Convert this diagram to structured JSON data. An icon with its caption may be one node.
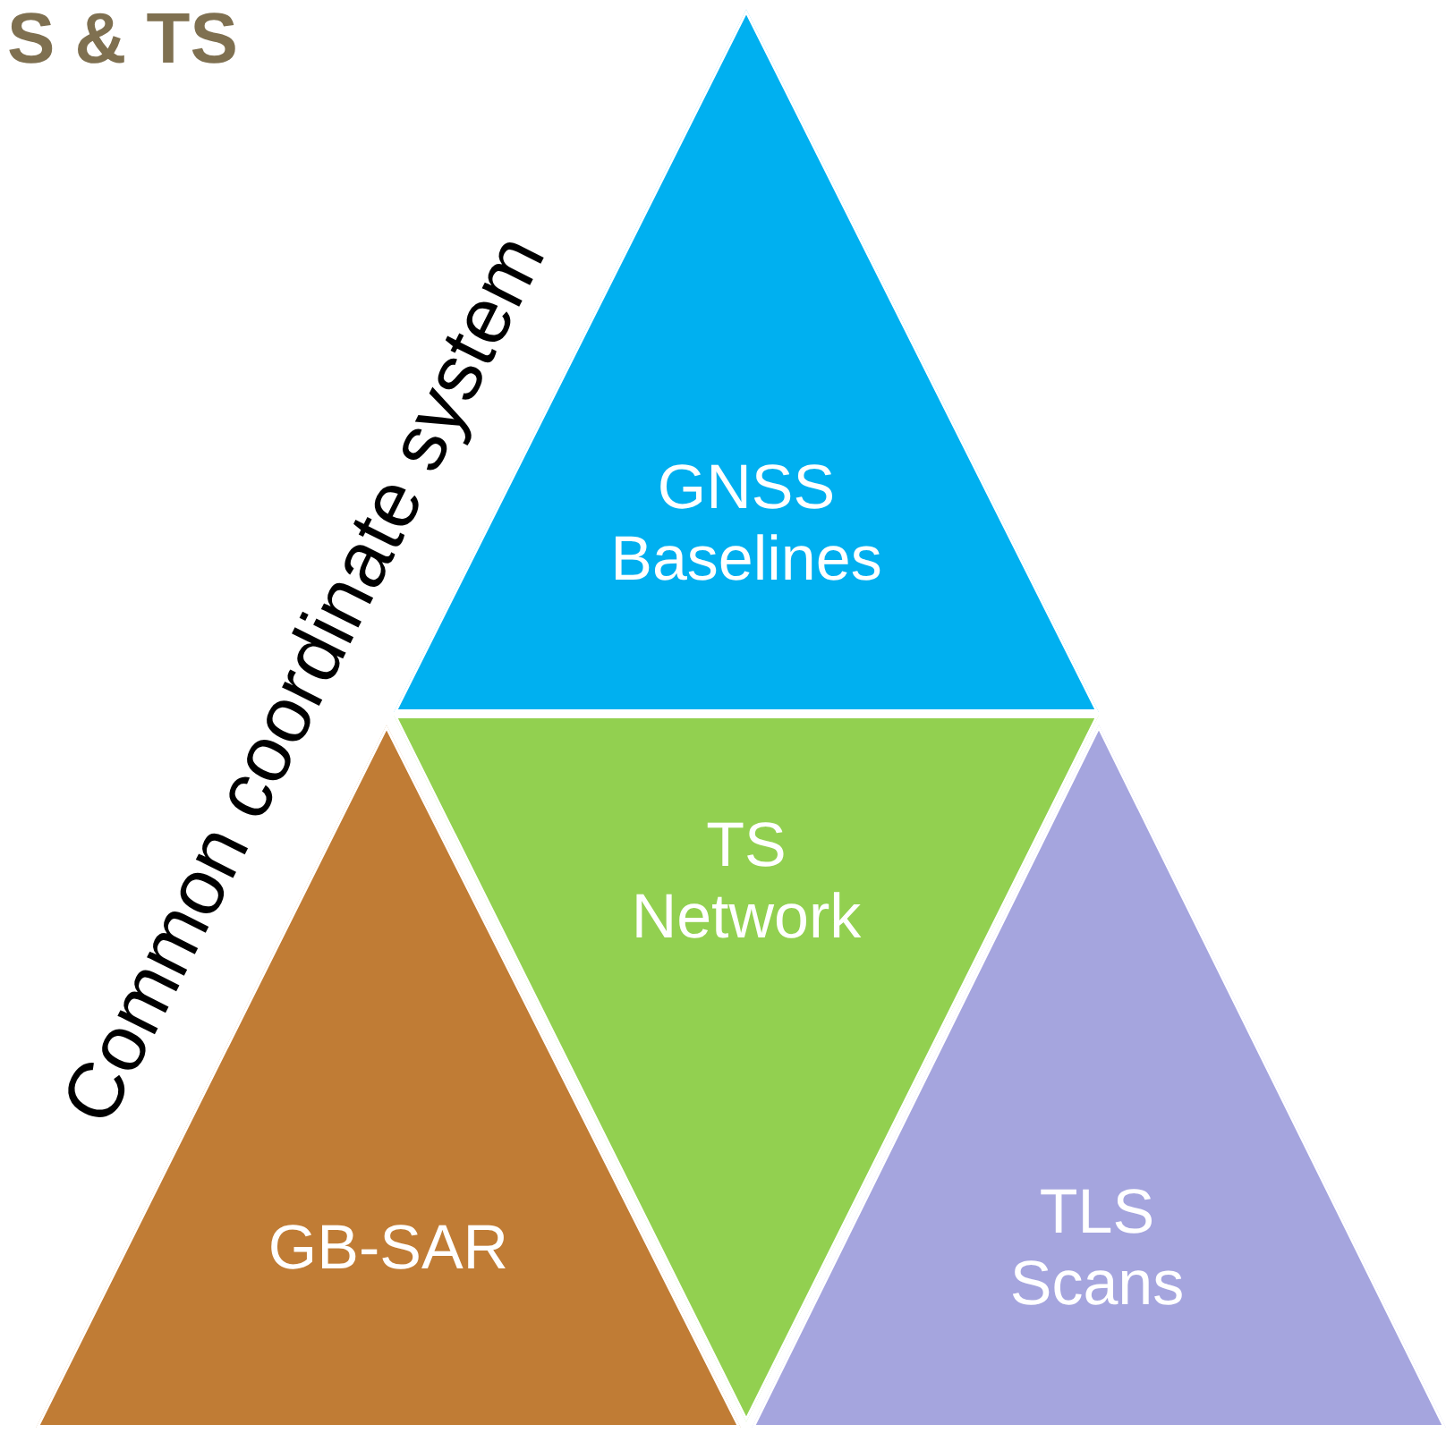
{
  "diagram": {
    "nodes": [
      {
        "text": [
          "GNSS Baselines"
        ]
      },
      {
        "text": [
          "TS Network"
        ]
      },
      {
        "text": [
          "GB-SAR"
        ]
      },
      {
        "text": [
          "TLS Scans"
        ]
      }
    ],
    "labels": [
      "S & TS",
      "Common coordinate system"
    ]
  }
}
